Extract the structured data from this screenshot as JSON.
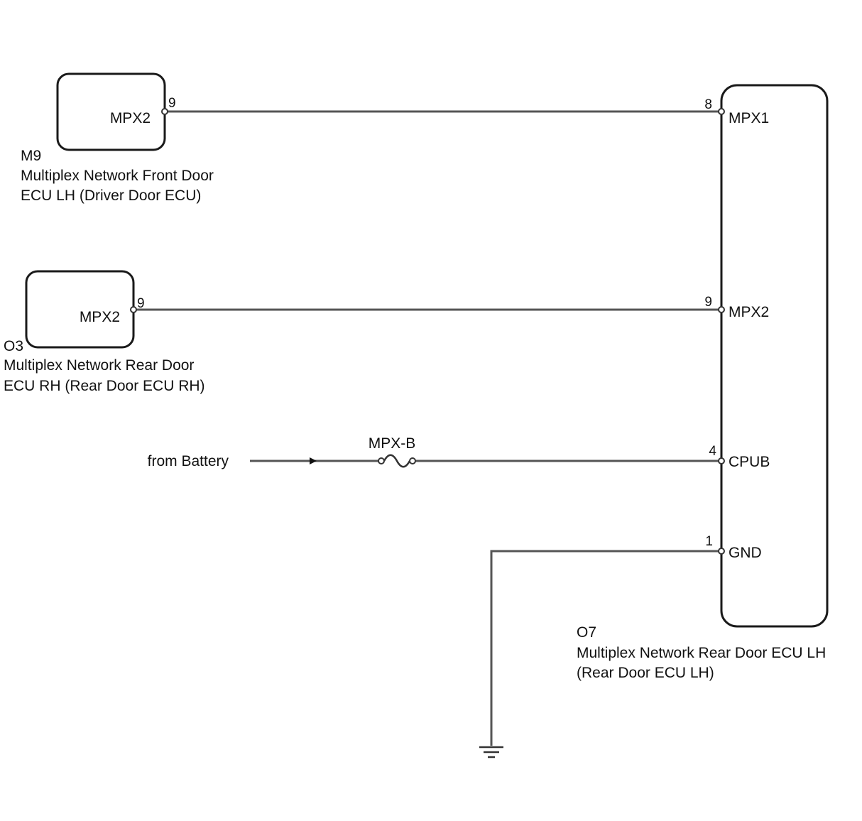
{
  "components": {
    "m9": {
      "code": "M9",
      "name_line1": "Multiplex Network Front Door",
      "name_line2": "ECU LH (Driver Door ECU)",
      "terminal": "MPX2",
      "pin": "9"
    },
    "o3": {
      "code": "O3",
      "name_line1": "Multiplex Network Rear Door",
      "name_line2": "ECU RH (Rear Door ECU RH)",
      "terminal": "MPX2",
      "pin": "9"
    },
    "o7": {
      "code": "O7",
      "name_line1": "Multiplex Network Rear Door ECU LH",
      "name_line2": "(Rear Door ECU LH)",
      "terminals": [
        {
          "pin": "8",
          "name": "MPX1"
        },
        {
          "pin": "9",
          "name": "MPX2"
        },
        {
          "pin": "4",
          "name": "CPUB"
        },
        {
          "pin": "1",
          "name": "GND"
        }
      ]
    }
  },
  "battery": {
    "label": "from Battery"
  },
  "fuse": {
    "label": "MPX-B"
  },
  "ground": {
    "icon": "ground-icon"
  }
}
